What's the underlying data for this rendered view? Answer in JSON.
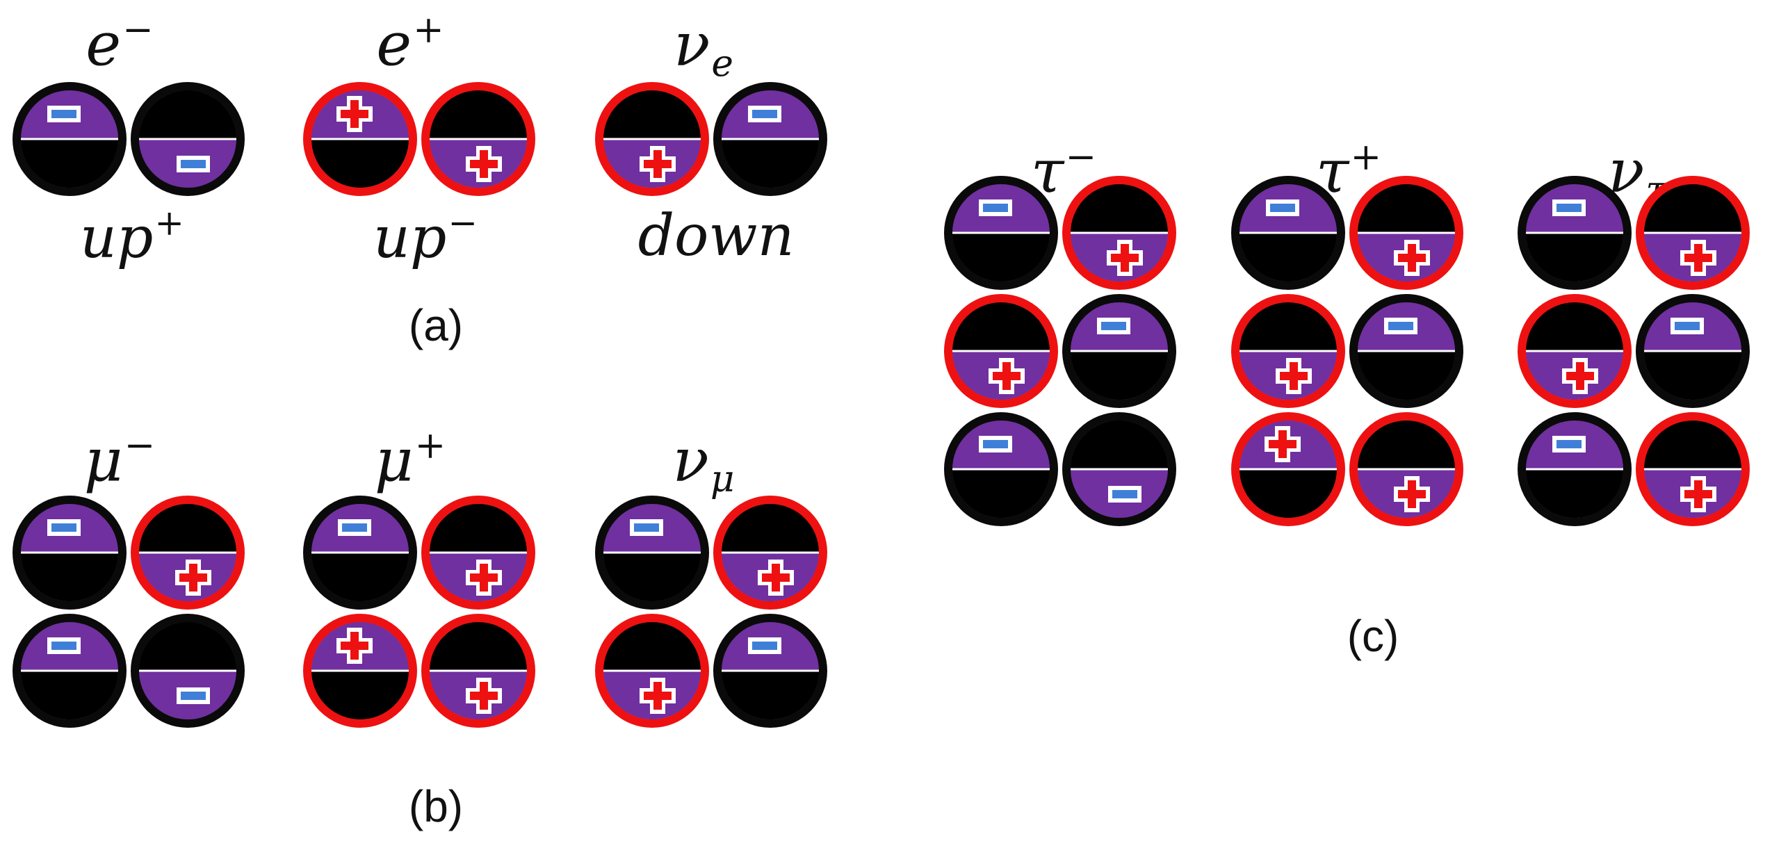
{
  "colors": {
    "background": "#ffffff",
    "black_ring": "#0a0a0a",
    "red_ring": "#ee1111",
    "fill_dark": "#000000",
    "fill_purple": "#7030a0",
    "minus_mark": "#3f7fd8",
    "plus_mark": "#ee1111"
  },
  "panels": {
    "a": {
      "caption": "(a)",
      "particles": [
        {
          "symbol": "e",
          "mark": "−",
          "below": "up",
          "below_mark": "+",
          "rows": [
            [
              {
                "ring": "black",
                "charge": "minus",
                "half": "top"
              },
              {
                "ring": "black",
                "charge": "minus",
                "half": "bottom"
              }
            ]
          ]
        },
        {
          "symbol": "e",
          "mark": "+",
          "below": "up",
          "below_mark": "−",
          "rows": [
            [
              {
                "ring": "red",
                "charge": "plus",
                "half": "top"
              },
              {
                "ring": "red",
                "charge": "plus",
                "half": "bottom"
              }
            ]
          ]
        },
        {
          "symbol": "ν",
          "sub": "e",
          "below": "down",
          "rows": [
            [
              {
                "ring": "red",
                "charge": "plus",
                "half": "bottom"
              },
              {
                "ring": "black",
                "charge": "minus",
                "half": "top"
              }
            ]
          ]
        }
      ]
    },
    "b": {
      "caption": "(b)",
      "particles": [
        {
          "symbol": "μ",
          "mark": "−",
          "rows": [
            [
              {
                "ring": "black",
                "charge": "minus",
                "half": "top"
              },
              {
                "ring": "red",
                "charge": "plus",
                "half": "bottom"
              }
            ],
            [
              {
                "ring": "black",
                "charge": "minus",
                "half": "top"
              },
              {
                "ring": "black",
                "charge": "minus",
                "half": "bottom"
              }
            ]
          ]
        },
        {
          "symbol": "μ",
          "mark": "+",
          "rows": [
            [
              {
                "ring": "black",
                "charge": "minus",
                "half": "top"
              },
              {
                "ring": "red",
                "charge": "plus",
                "half": "bottom"
              }
            ],
            [
              {
                "ring": "red",
                "charge": "plus",
                "half": "top"
              },
              {
                "ring": "red",
                "charge": "plus",
                "half": "bottom"
              }
            ]
          ]
        },
        {
          "symbol": "ν",
          "sub": "μ",
          "rows": [
            [
              {
                "ring": "black",
                "charge": "minus",
                "half": "top"
              },
              {
                "ring": "red",
                "charge": "plus",
                "half": "bottom"
              }
            ],
            [
              {
                "ring": "red",
                "charge": "plus",
                "half": "bottom"
              },
              {
                "ring": "black",
                "charge": "minus",
                "half": "top"
              }
            ]
          ]
        }
      ]
    },
    "c": {
      "caption": "(c)",
      "particles": [
        {
          "symbol": "τ",
          "mark": "−",
          "rows": [
            [
              {
                "ring": "black",
                "charge": "minus",
                "half": "top"
              },
              {
                "ring": "red",
                "charge": "plus",
                "half": "bottom"
              }
            ],
            [
              {
                "ring": "red",
                "charge": "plus",
                "half": "bottom"
              },
              {
                "ring": "black",
                "charge": "minus",
                "half": "top"
              }
            ],
            [
              {
                "ring": "black",
                "charge": "minus",
                "half": "top"
              },
              {
                "ring": "black",
                "charge": "minus",
                "half": "bottom"
              }
            ]
          ]
        },
        {
          "symbol": "τ",
          "mark": "+",
          "rows": [
            [
              {
                "ring": "black",
                "charge": "minus",
                "half": "top"
              },
              {
                "ring": "red",
                "charge": "plus",
                "half": "bottom"
              }
            ],
            [
              {
                "ring": "red",
                "charge": "plus",
                "half": "bottom"
              },
              {
                "ring": "black",
                "charge": "minus",
                "half": "top"
              }
            ],
            [
              {
                "ring": "red",
                "charge": "plus",
                "half": "top"
              },
              {
                "ring": "red",
                "charge": "plus",
                "half": "bottom"
              }
            ]
          ]
        },
        {
          "symbol": "ν",
          "sub": "τ",
          "rows": [
            [
              {
                "ring": "black",
                "charge": "minus",
                "half": "top"
              },
              {
                "ring": "red",
                "charge": "plus",
                "half": "bottom"
              }
            ],
            [
              {
                "ring": "red",
                "charge": "plus",
                "half": "bottom"
              },
              {
                "ring": "black",
                "charge": "minus",
                "half": "top"
              }
            ],
            [
              {
                "ring": "black",
                "charge": "minus",
                "half": "top"
              },
              {
                "ring": "red",
                "charge": "plus",
                "half": "bottom"
              }
            ]
          ]
        }
      ]
    }
  }
}
